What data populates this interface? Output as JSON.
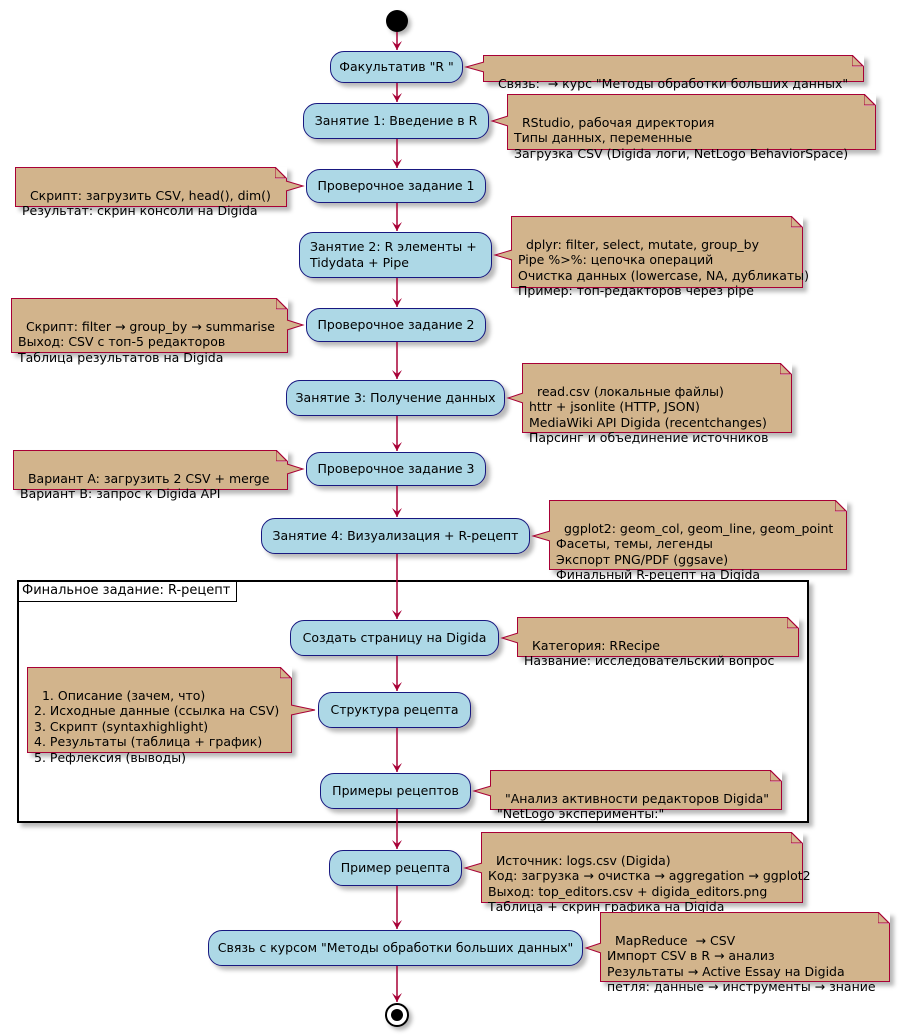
{
  "diagram": {
    "type": "activity-diagram",
    "colors": {
      "activity_fill": "#add8e6",
      "activity_border": "#181880",
      "note_fill": "#d2b48c",
      "note_border": "#a80036",
      "arrow": "#a80036"
    },
    "start": "start-node",
    "end": "end-node",
    "activities": [
      {
        "id": "a1",
        "label": "Факультатив \"R \""
      },
      {
        "id": "a2",
        "label": "Занятие 1: Введение в R"
      },
      {
        "id": "a3",
        "label": "Проверочное задание 1"
      },
      {
        "id": "a4",
        "label": "Занятие 2: R элементы +\nTidydata + Pipe"
      },
      {
        "id": "a5",
        "label": "Проверочное задание 2"
      },
      {
        "id": "a6",
        "label": "Занятие 3: Получение данных"
      },
      {
        "id": "a7",
        "label": "Проверочное задание 3"
      },
      {
        "id": "a8",
        "label": "Занятие 4: Визуализация + R-рецепт"
      },
      {
        "id": "a9",
        "label": "Создать страницу на Digida"
      },
      {
        "id": "a10",
        "label": "Структура рецепта"
      },
      {
        "id": "a11",
        "label": "Примеры рецептов"
      },
      {
        "id": "a12",
        "label": "Пример рецепта"
      },
      {
        "id": "a13",
        "label": "Связь с курсом \"Методы обработки больших данных\""
      }
    ],
    "notes": [
      {
        "attached_to": "a1",
        "side": "right",
        "text": "Связь:  → курс \"Методы обработки больших данных\""
      },
      {
        "attached_to": "a2",
        "side": "right",
        "text": "RStudio, рабочая директория\nТипы данных, переменные\nЗагрузка CSV (Digida логи, NetLogo BehaviorSpace)"
      },
      {
        "attached_to": "a3",
        "side": "left",
        "text": "Скрипт: загрузить CSV, head(), dim()\nРезультат: скрин консоли на Digida"
      },
      {
        "attached_to": "a4",
        "side": "right",
        "text": "dplyr: filter, select, mutate, group_by\nPipe %>%: цепочка операций\nОчистка данных (lowercase, NA, дубликаты)\nПример: топ-редакторов через pipe"
      },
      {
        "attached_to": "a5",
        "side": "left",
        "text": "Скрипт: filter → group_by → summarise\nВыход: CSV с топ-5 редакторов\nТаблица результатов на Digida"
      },
      {
        "attached_to": "a6",
        "side": "right",
        "text": "read.csv (локальные файлы)\nhttr + jsonlite (HTTP, JSON)\nMediaWiki API Digida (recentchanges)\nПарсинг и объединение источников"
      },
      {
        "attached_to": "a7",
        "side": "left",
        "text": "Вариант A: загрузить 2 CSV + merge\nВариант B: запрос к Digida API"
      },
      {
        "attached_to": "a8",
        "side": "right",
        "text": "ggplot2: geom_col, geom_line, geom_point\nФасеты, темы, легенды\nЭкспорт PNG/PDF (ggsave)\nФинальный R-рецепт на Digida"
      },
      {
        "attached_to": "a9",
        "side": "right",
        "text": "Категория: RRecipe\nНазвание: исследовательский вопрос"
      },
      {
        "attached_to": "a10",
        "side": "left",
        "text": "1. Описание (зачем, что)\n2. Исходные данные (ссылка на CSV)\n3. Скрипт (syntaxhighlight)\n4. Результаты (таблица + график)\n5. Рефлексия (выводы)"
      },
      {
        "attached_to": "a11",
        "side": "right",
        "text": "\"Анализ активности редакторов Digida\"\n\"NetLogo эксперименты:\""
      },
      {
        "attached_to": "a12",
        "side": "right",
        "text": "Источник: logs.csv (Digida)\nКод: загрузка → очистка → aggregation → ggplot2\nВыход: top_editors.csv + digida_editors.png\nТаблица + скрин графика на Digida"
      },
      {
        "attached_to": "a13",
        "side": "right",
        "text": "MapReduce  → CSV\nИмпорт CSV в R → анализ\nРезультаты → Active Essay на Digida\nпетля: данные → инструменты → знание"
      }
    ],
    "partition": {
      "title": "Финальное задание: R-рецепт",
      "contains": [
        "a9",
        "a10",
        "a11"
      ]
    },
    "edges": [
      [
        "start",
        "a1"
      ],
      [
        "a1",
        "a2"
      ],
      [
        "a2",
        "a3"
      ],
      [
        "a3",
        "a4"
      ],
      [
        "a4",
        "a5"
      ],
      [
        "a5",
        "a6"
      ],
      [
        "a6",
        "a7"
      ],
      [
        "a7",
        "a8"
      ],
      [
        "a8",
        "a9"
      ],
      [
        "a9",
        "a10"
      ],
      [
        "a10",
        "a11"
      ],
      [
        "a11",
        "a12"
      ],
      [
        "a12",
        "a13"
      ],
      [
        "a13",
        "end"
      ]
    ]
  }
}
